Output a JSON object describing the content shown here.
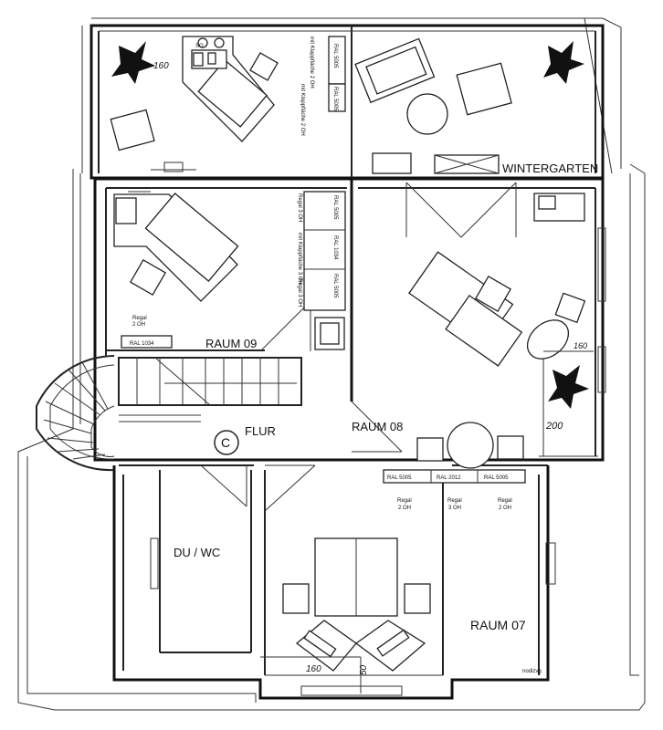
{
  "rooms": {
    "wintergarten": "WINTERGARTEN",
    "raum09": "RAUM 09",
    "raum08": "RAUM 08",
    "raum07": "RAUM 07",
    "flur": "FLUR",
    "duwc": "DU / WC",
    "circle_mark": "C"
  },
  "dimensions": {
    "d160_top": "160",
    "d160_right": "160",
    "d200_right": "200",
    "d160_bottom": "160",
    "d50_bottom": "50"
  },
  "labels": {
    "ral1034": "RAL 1034",
    "regal_2oh_r09": "Regal",
    "regal_2oh_r09_sub": "2 OH",
    "ral5005_top": "RAL 5005",
    "ral5005_top2": "RAL 5005",
    "ral5005_mid": "RAL 5005",
    "ral1034_mid": "RAL 1034",
    "ral5005_mid2": "RAL 5005",
    "bottom_ral": [
      "RAL 5005",
      "RAL 2012",
      "RAL 5005"
    ],
    "bottom_regal": [
      [
        "Regal",
        "2 OH"
      ],
      [
        "Regal",
        "3 OH"
      ],
      [
        "Regal",
        "2 OH"
      ]
    ],
    "vert_top_1": "mit Klappfläche 2 OH",
    "vert_top_2": "mit Klappfläche 2 OH",
    "vert_mid_1": "Regal 3 OH",
    "vert_mid_2": "mit Klappfläche 3 OH",
    "vert_mid_3": "Regal 3 OH",
    "so_label": "SO",
    "stamp": "nodizvg"
  }
}
